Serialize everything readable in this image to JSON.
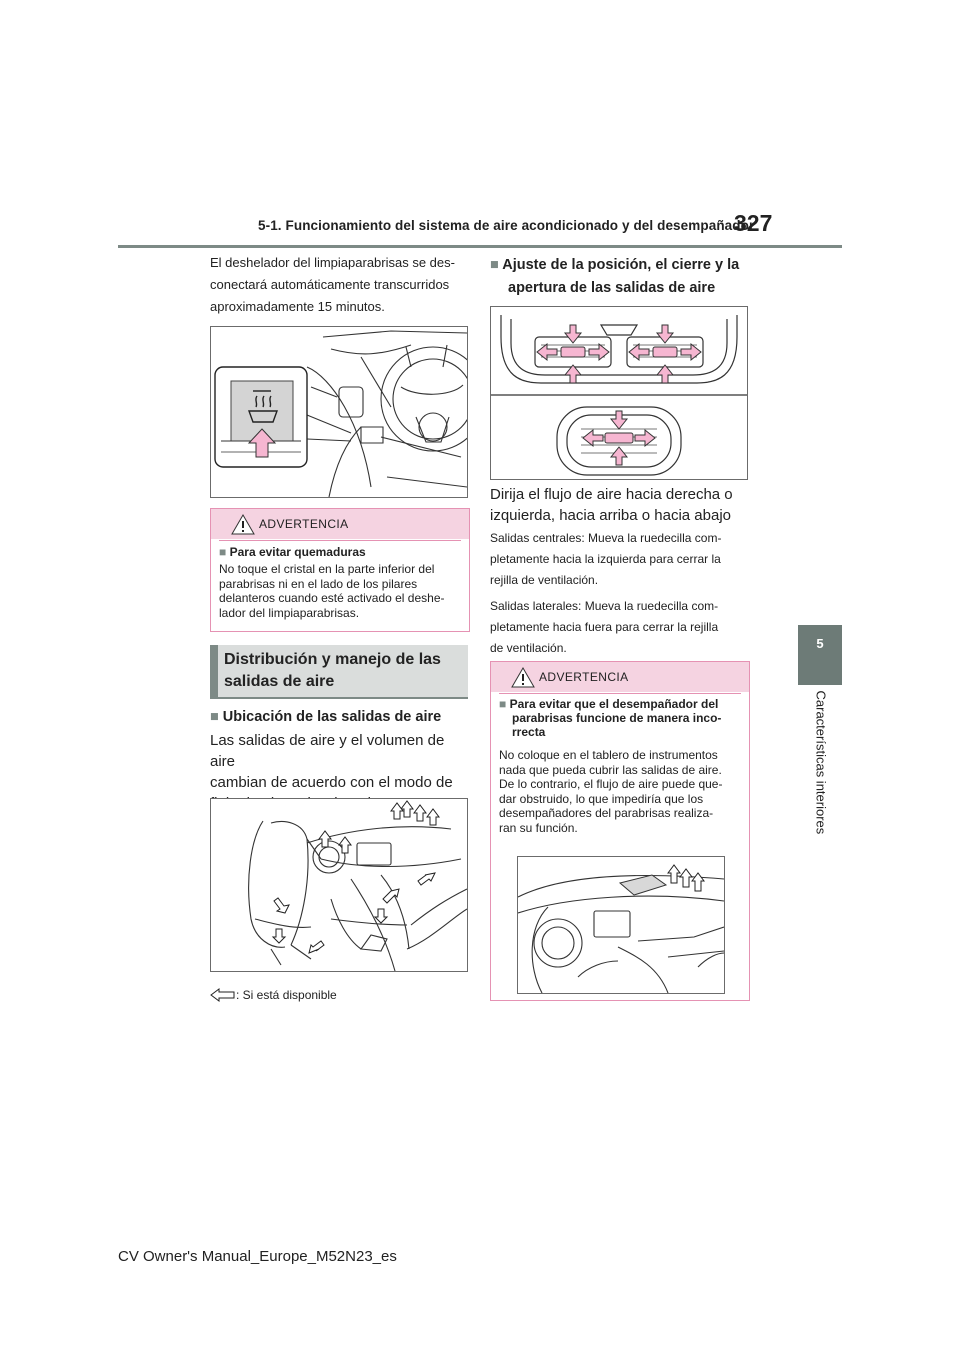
{
  "header": {
    "title": "5-1. Funcionamiento del sistema de aire acondicionado y del desempañador",
    "page_number": "327"
  },
  "side_tab": {
    "number": "5",
    "label": "Características interiores"
  },
  "left": {
    "intro_lines": [
      "El deshelador del limpiaparabrisas se des-",
      "conectará automáticamente transcurridos",
      "aproximadamente 15 minutos."
    ],
    "warning1": {
      "heading": "ADVERTENCIA",
      "title": "Para evitar quemaduras",
      "body_lines": [
        "No toque el cristal en la parte inferior del",
        "parabrisas ni en el lado de los pilares",
        "delanteros cuando esté activado el deshe-",
        "lador del limpiaparabrisas."
      ]
    },
    "section_title": "Distribución y manejo de las salidas de aire",
    "subheading": "Ubicación de las salidas de aire",
    "para_lines": [
      "Las salidas de aire y el volumen de aire",
      "cambian de acuerdo con el modo de",
      "flujo de aire seleccionado."
    ],
    "legend_text": ": Si está disponible"
  },
  "right": {
    "subheading_lines": [
      "Ajuste de la posición, el cierre y la",
      "apertura de las salidas de aire"
    ],
    "direct_lines": [
      "Dirija el flujo de aire hacia derecha o",
      "izquierda, hacia arriba o hacia abajo"
    ],
    "center_lines": [
      "Salidas centrales: Mueva la ruedecilla com-",
      "pletamente hacia la izquierda para cerrar la",
      "rejilla de ventilación."
    ],
    "side_lines": [
      "Salidas laterales: Mueva la ruedecilla com-",
      "pletamente hacia fuera para cerrar la rejilla",
      "de ventilación."
    ],
    "warning2": {
      "heading": "ADVERTENCIA",
      "title_lines": [
        "Para evitar que el desempañador del",
        "parabrisas funcione de manera inco-",
        "rrecta"
      ],
      "body_lines": [
        "No coloque en el tablero de instrumentos",
        "nada que pueda cubrir las salidas de aire.",
        "De lo contrario, el flujo de aire puede que-",
        "dar obstruido, lo que impediría que los",
        "desempañadores del parabrisas realiza-",
        "ran su función."
      ]
    }
  },
  "footer": "CV Owner's Manual_Europe_M52N23_es",
  "colors": {
    "accent_gray": "#7d8a86",
    "warning_pink": "#f5d3e1",
    "warning_border": "#e592b3",
    "highlight_pink": "#f6b6d1"
  },
  "icons": {
    "warning": "warning-triangle-icon",
    "defroster": "rear-defroster-icon",
    "airflow": "airflow-arrow-icon"
  }
}
